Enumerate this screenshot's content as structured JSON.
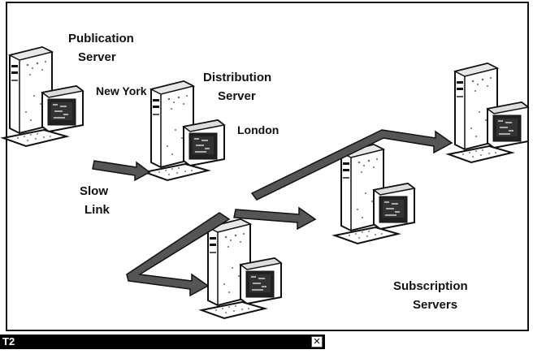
{
  "labels": {
    "publication_line1": "Publication",
    "publication_line2": "Server",
    "new_york": "New York",
    "distribution_line1": "Distribution",
    "distribution_line2": "Server",
    "london": "London",
    "slow_line1": "Slow",
    "slow_line2": "Link",
    "subscription_line1": "Subscription",
    "subscription_line2": "Servers"
  },
  "taskbar": {
    "label": "T2",
    "close_glyph": "✕"
  },
  "icons": {
    "server": "computer-workstation-icon",
    "arrow": "thick-arrow-icon"
  },
  "colors": {
    "ink": "#111111",
    "arrow_fill": "#555555",
    "background": "#ffffff"
  }
}
